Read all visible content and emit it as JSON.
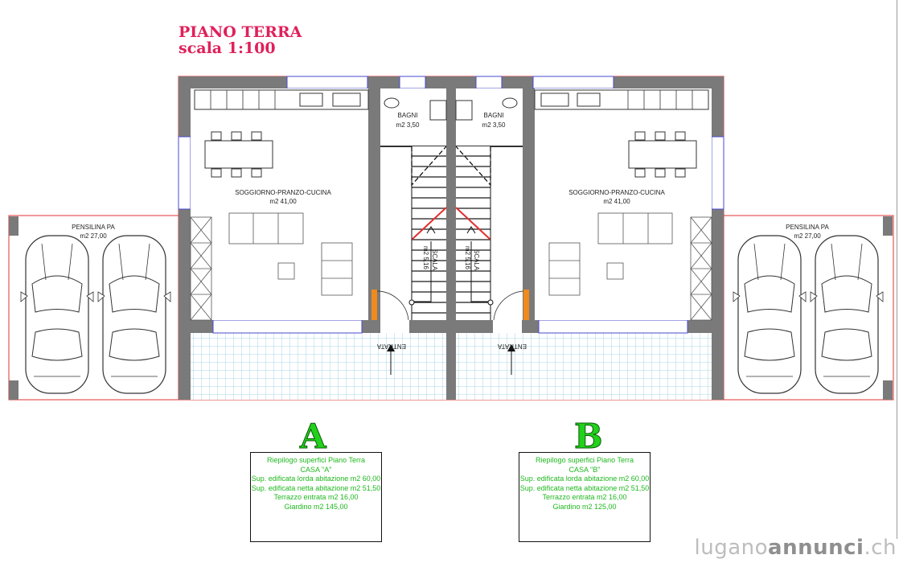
{
  "header": {
    "title": "PIANO TERRA",
    "scale": "scala 1:100"
  },
  "rooms": {
    "bagni_left": {
      "name": "BAGNI",
      "area": "m2 3,50"
    },
    "bagni_right": {
      "name": "BAGNI",
      "area": "m2 3,50"
    },
    "living_left": {
      "name": "SOGGIORNO-PRANZO-CUCINA",
      "area": "m2 41,00"
    },
    "living_right": {
      "name": "SOGGIORNO-PRANZO-CUCINA",
      "area": "m2 41,00"
    },
    "carport_left": {
      "name": "PENSILINA PA",
      "area": "m2 27,00"
    },
    "carport_right": {
      "name": "PENSILINA PA",
      "area": "m2 27,00"
    },
    "stair_label": "SCALA",
    "stair_dim": "m2 5,16",
    "entrance": "ENTRATA"
  },
  "houses": [
    {
      "letter": "A",
      "summary": {
        "heading": "Riepilogo superfici Piano Terra",
        "house": "CASA \"A\"",
        "gross": "Sup. edificata lorda abitazione m2 60,00",
        "net": "Sup. edificata netta abitazione m2 51,50",
        "terrace": "Terrazzo entrata m2 16,00",
        "garden": "Giardino m2 145,00"
      }
    },
    {
      "letter": "B",
      "summary": {
        "heading": "Riepilogo superfici Piano Terra",
        "house": "CASA \"B\"",
        "gross": "Sup. edificata lorda abitazione m2 60,00",
        "net": "Sup. edificata netta abitazione m2 51,50",
        "terrace": "Terrazzo entrata m2 16,00",
        "garden": "Giardino m2 125,00"
      }
    }
  ],
  "watermark": {
    "part1": "lugano",
    "part2": "annunci",
    "part3": ".ch"
  },
  "colors": {
    "title": "#e0205a",
    "wall": "#7a7a7a",
    "window": "#4a4ad0",
    "tile": "#9fd3e6",
    "letters": "#22d11c",
    "door": "#f08a1c"
  }
}
